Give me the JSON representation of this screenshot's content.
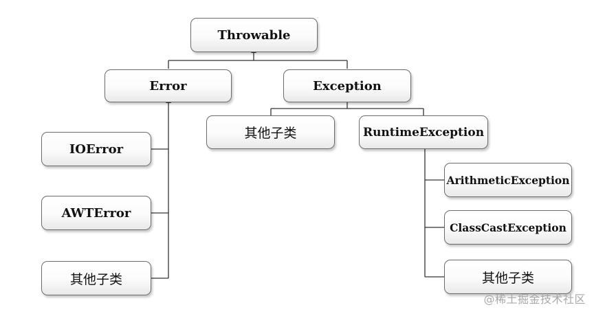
{
  "nodes": {
    "throwable": "Throwable",
    "error": "Error",
    "exception": "Exception",
    "exception_other": "其他子类",
    "runtime_exception": "RuntimeException",
    "io_error": "IOError",
    "awt_error": "AWTError",
    "error_other": "其他子类",
    "arithmetic_exception": "ArithmeticException",
    "class_cast_exception": "ClassCastException",
    "runtime_other": "其他子类"
  },
  "watermark": "@稀土掘金技术社区"
}
